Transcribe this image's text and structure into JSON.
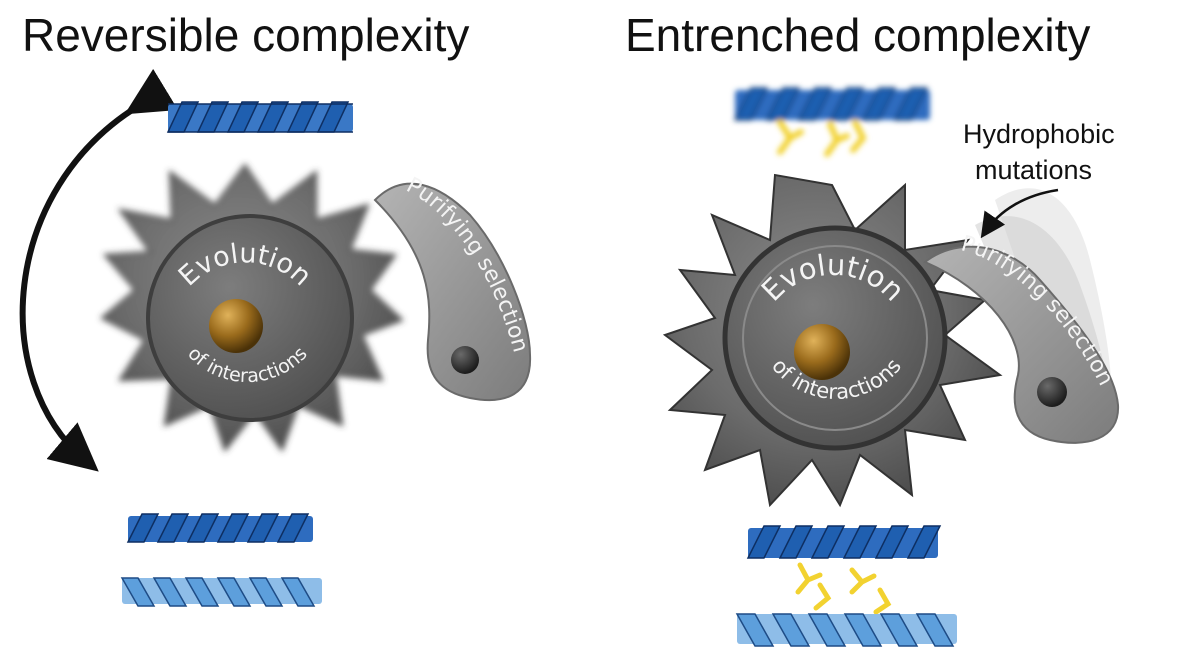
{
  "panels": {
    "left": {
      "title": "Reversible complexity",
      "gear_line1": "Evolution",
      "gear_line2": "of interactions",
      "pawl_label": "Purifying selection"
    },
    "right": {
      "title": "Entrenched complexity",
      "gear_line1": "Evolution",
      "gear_line2": "of interactions",
      "pawl_label": "Purifying selection",
      "annotation_line1": "Hydrophobic",
      "annotation_line2": "mutations"
    }
  },
  "colors": {
    "helix_dark": "#1f5fb0",
    "helix_light": "#5d9fdc",
    "gear": "#6f6f6f",
    "axle": "#9a6b1c",
    "residue": "#f2d230"
  }
}
